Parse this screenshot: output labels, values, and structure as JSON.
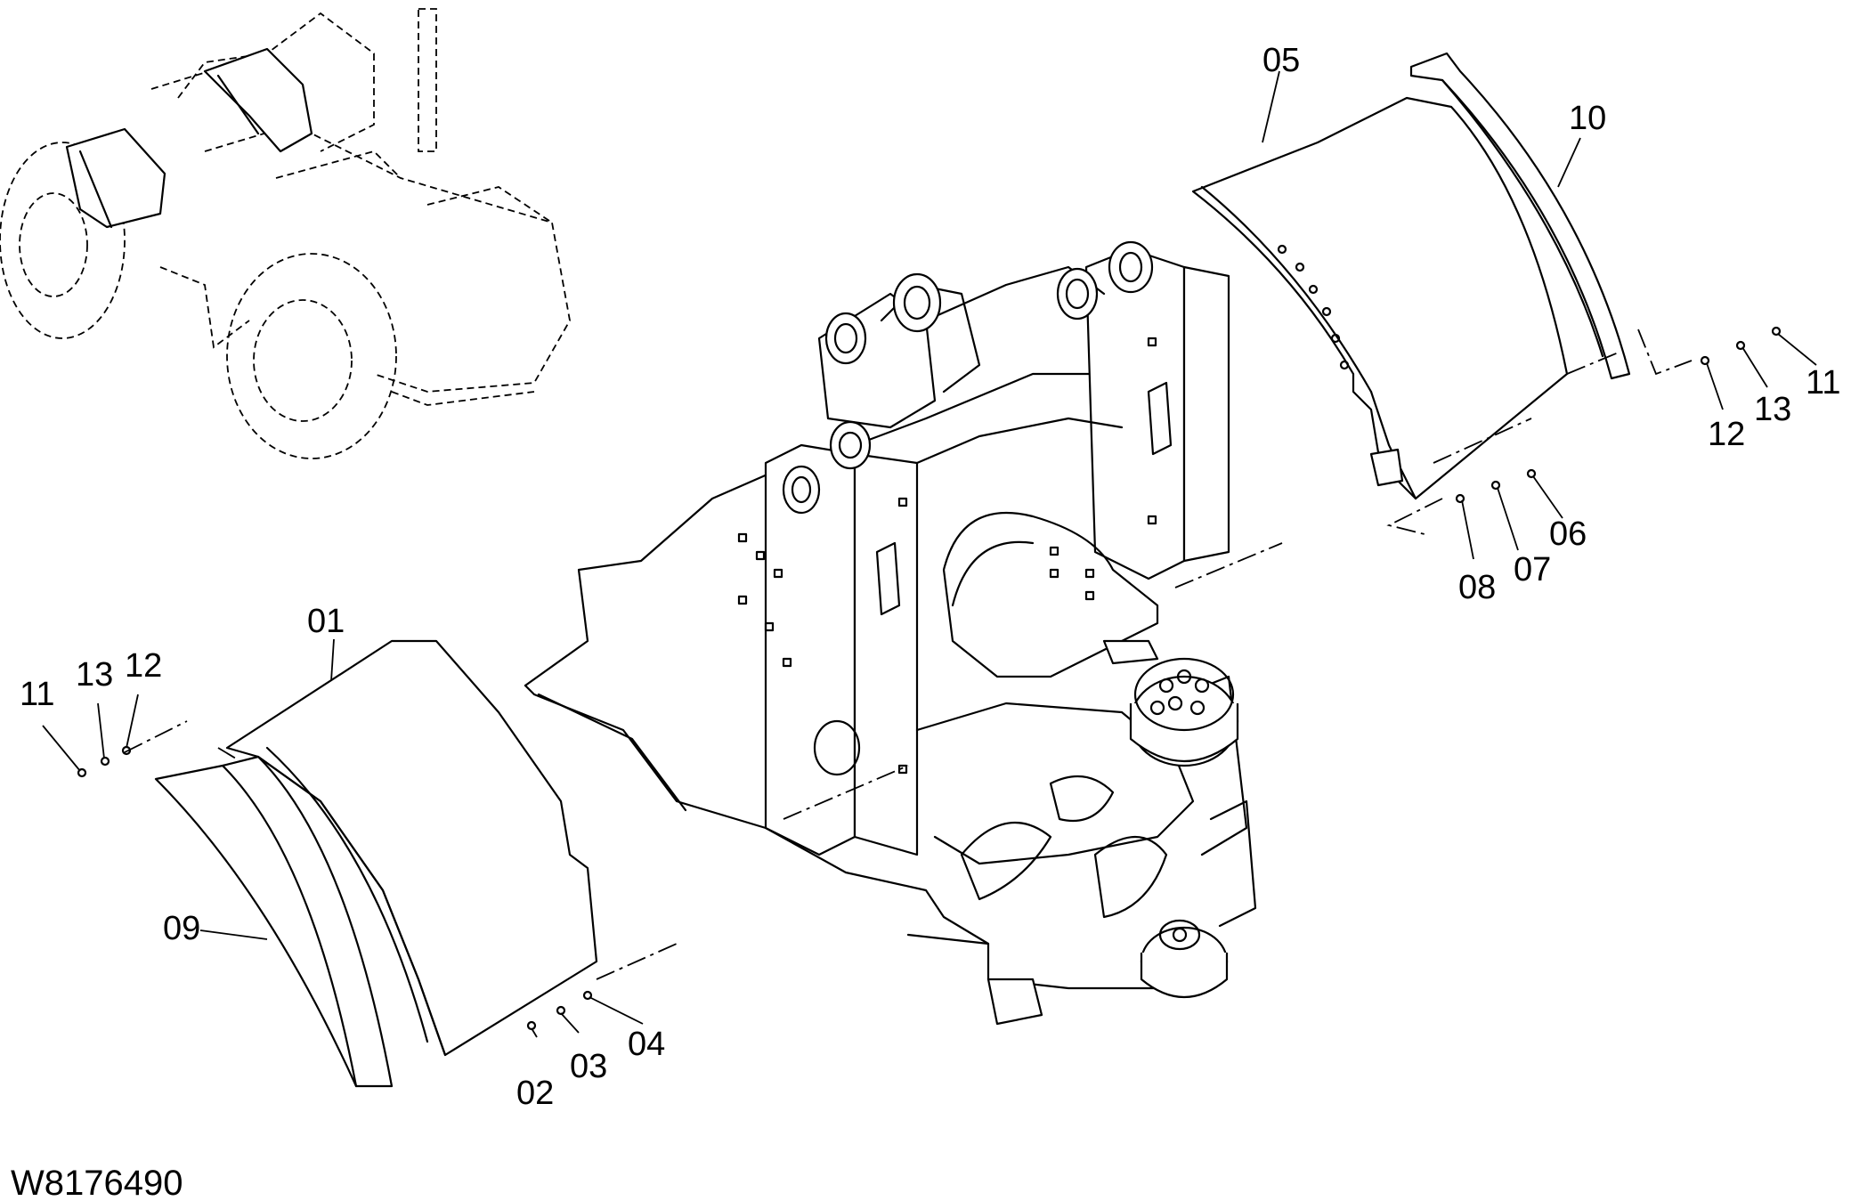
{
  "drawing_code": "W8176490",
  "callouts": [
    {
      "id": "01",
      "text": "01"
    },
    {
      "id": "02",
      "text": "02"
    },
    {
      "id": "03",
      "text": "03"
    },
    {
      "id": "04",
      "text": "04"
    },
    {
      "id": "05",
      "text": "05"
    },
    {
      "id": "06",
      "text": "06"
    },
    {
      "id": "07",
      "text": "07"
    },
    {
      "id": "08",
      "text": "08"
    },
    {
      "id": "09",
      "text": "09"
    },
    {
      "id": "10",
      "text": "10"
    },
    {
      "id": "11a",
      "text": "11"
    },
    {
      "id": "11b",
      "text": "11"
    },
    {
      "id": "12a",
      "text": "12"
    },
    {
      "id": "12b",
      "text": "12"
    },
    {
      "id": "13a",
      "text": "13"
    },
    {
      "id": "13b",
      "text": "13"
    }
  ]
}
